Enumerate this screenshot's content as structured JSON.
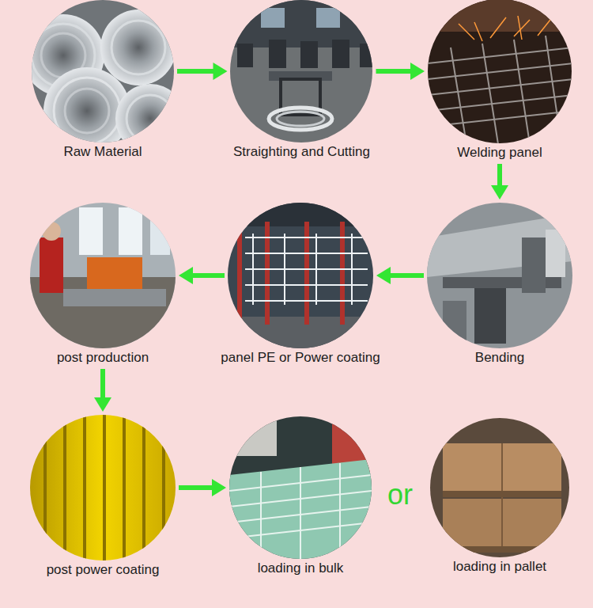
{
  "diagram": {
    "nodes": [
      {
        "text": [
          "Raw Material"
        ]
      },
      {
        "text": [
          "Straighting and Cutting"
        ]
      },
      {
        "text": [
          "Welding panel"
        ]
      },
      {
        "text": [
          "Bending"
        ]
      },
      {
        "text": [
          "panel PE or Power coating"
        ]
      },
      {
        "text": [
          "post production"
        ]
      },
      {
        "text": [
          "post power coating"
        ]
      },
      {
        "text": [
          "loading in bulk"
        ]
      },
      {
        "text": [
          "loading in pallet"
        ]
      }
    ],
    "edges": [
      {
        "from": 0,
        "to": 1,
        "arrow": "to"
      },
      {
        "from": 1,
        "to": 2,
        "arrow": "to"
      },
      {
        "from": 2,
        "to": 3,
        "arrow": "to"
      },
      {
        "from": 3,
        "to": 4,
        "arrow": "to"
      },
      {
        "from": 4,
        "to": 5,
        "arrow": "to"
      },
      {
        "from": 5,
        "to": 6,
        "arrow": "to"
      },
      {
        "from": 6,
        "to": 7,
        "arrow": "to"
      }
    ],
    "labels": [
      "or"
    ]
  }
}
